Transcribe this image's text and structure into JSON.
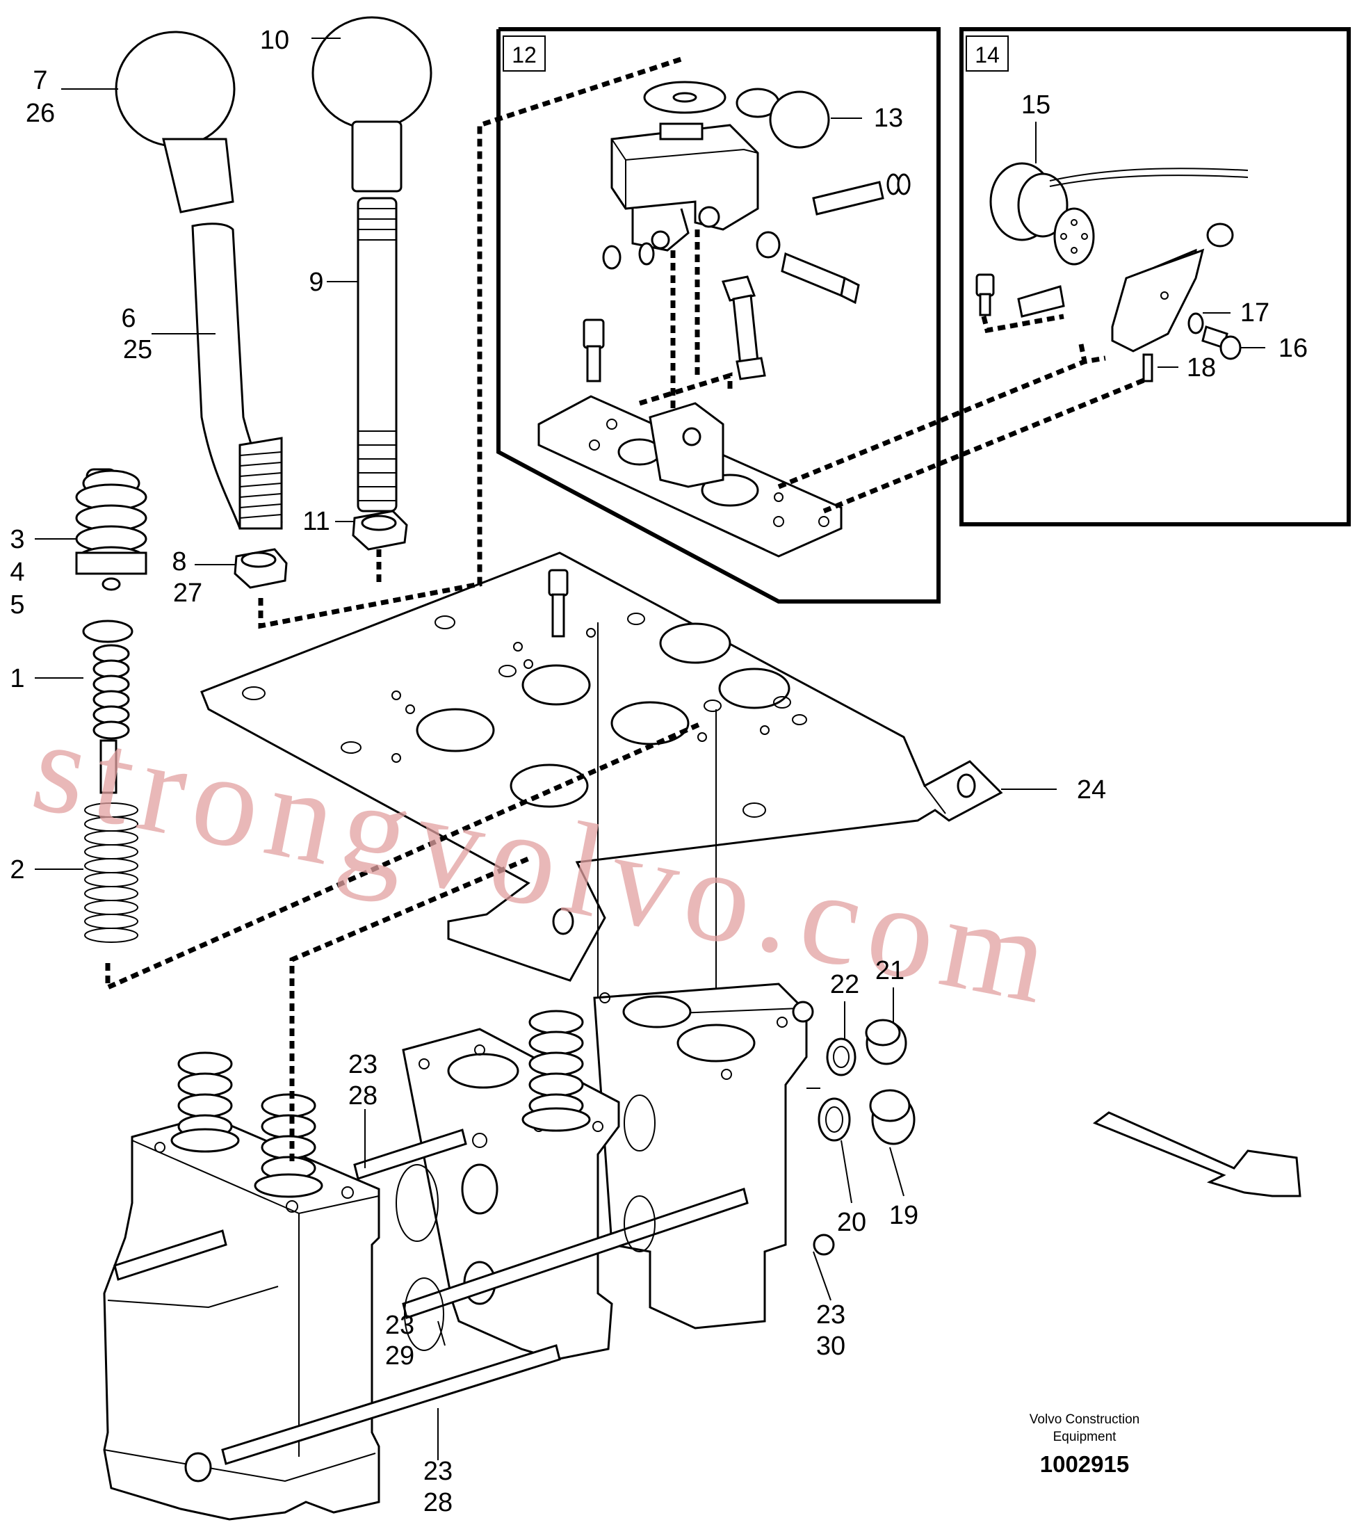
{
  "callouts": {
    "c1": "1",
    "c2": "2",
    "c3": "3",
    "c4": "4",
    "c5": "5",
    "c6": "6",
    "c25": "25",
    "c7": "7",
    "c26": "26",
    "c8": "8",
    "c27": "27",
    "c9": "9",
    "c10": "10",
    "c11": "11",
    "c13": "13",
    "c15": "15",
    "c16": "16",
    "c17": "17",
    "c18": "18",
    "c19": "19",
    "c20": "20",
    "c21": "21",
    "c22": "22",
    "c24": "24",
    "c23a": "23",
    "c28a": "28",
    "c23b": "23",
    "c29": "29",
    "c23c": "23",
    "c30": "30",
    "c23d": "23",
    "c28b": "28"
  },
  "boxes": {
    "box12": "12",
    "box14": "14"
  },
  "watermark": "strongvolvo.com",
  "credit": {
    "line1": "Volvo Construction",
    "line2": "Equipment"
  },
  "document_number": "1002915",
  "colors": {
    "line": "#000000",
    "background": "#ffffff",
    "watermark": "#e2a0a0"
  }
}
